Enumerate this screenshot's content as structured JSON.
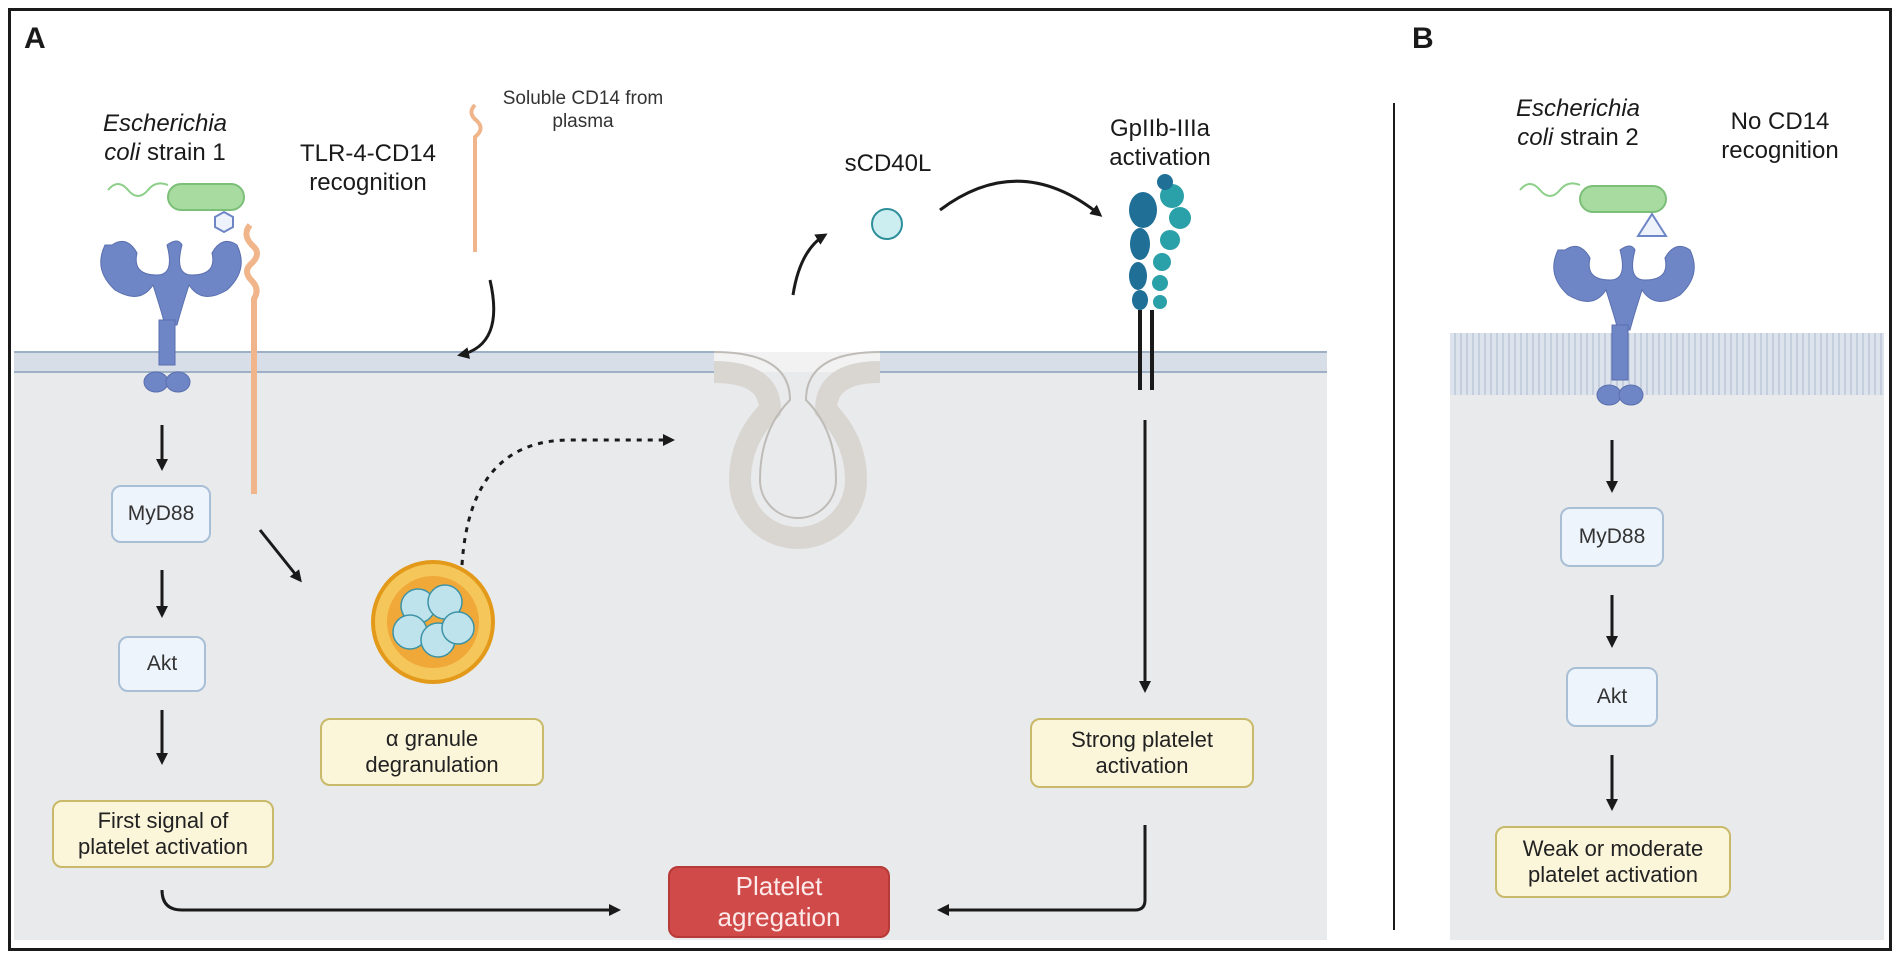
{
  "panel_a": {
    "letter": "A",
    "ecoli_label": {
      "italic": "Escherichia coli",
      "rest": " strain 1",
      "line1": "Escherichia",
      "line2_italic": "coli",
      "line2_rest": " strain 1"
    },
    "recognition_label": {
      "line1": "TLR-4-CD14",
      "line2": "recognition"
    },
    "soluble_cd14": {
      "line1": "Soluble CD14 from",
      "line2": "plasma"
    },
    "scd40l": "sCD40L",
    "gp_label": {
      "line1": "GpIIb-IIIa",
      "line2": "activation"
    },
    "myd88": "MyD88",
    "akt": "Akt",
    "first_signal": {
      "line1": "First signal of",
      "line2": "platelet activation"
    },
    "alpha_granule": {
      "line1": "α granule",
      "line2": "degranulation"
    },
    "strong_activation": {
      "line1": "Strong platelet",
      "line2": "activation"
    },
    "aggregation": {
      "line1": "Platelet",
      "line2": "agregation"
    }
  },
  "panel_b": {
    "letter": "B",
    "ecoli_label": {
      "line1": "Escherichia",
      "line2_italic": "coli",
      "line2_rest": " strain 2"
    },
    "no_cd14": {
      "line1": "No CD14",
      "line2": "recognition"
    },
    "myd88": "MyD88",
    "akt": "Akt",
    "weak_activation": {
      "line1": "Weak or moderate",
      "line2": "platelet activation"
    }
  },
  "colors": {
    "cytoplasm": "#e9eaec",
    "membrane": "#c9d3df",
    "receptor": "#6f86c6",
    "cd14": "#f0b58a",
    "bacterium": "#a8dba0",
    "integrin_dark": "#1f6f96",
    "integrin_teal": "#2aa0a8",
    "granule_outer": "#f0b232",
    "granule_inner": "#bfe3ec",
    "aggregation_red": "#cf4a48"
  }
}
